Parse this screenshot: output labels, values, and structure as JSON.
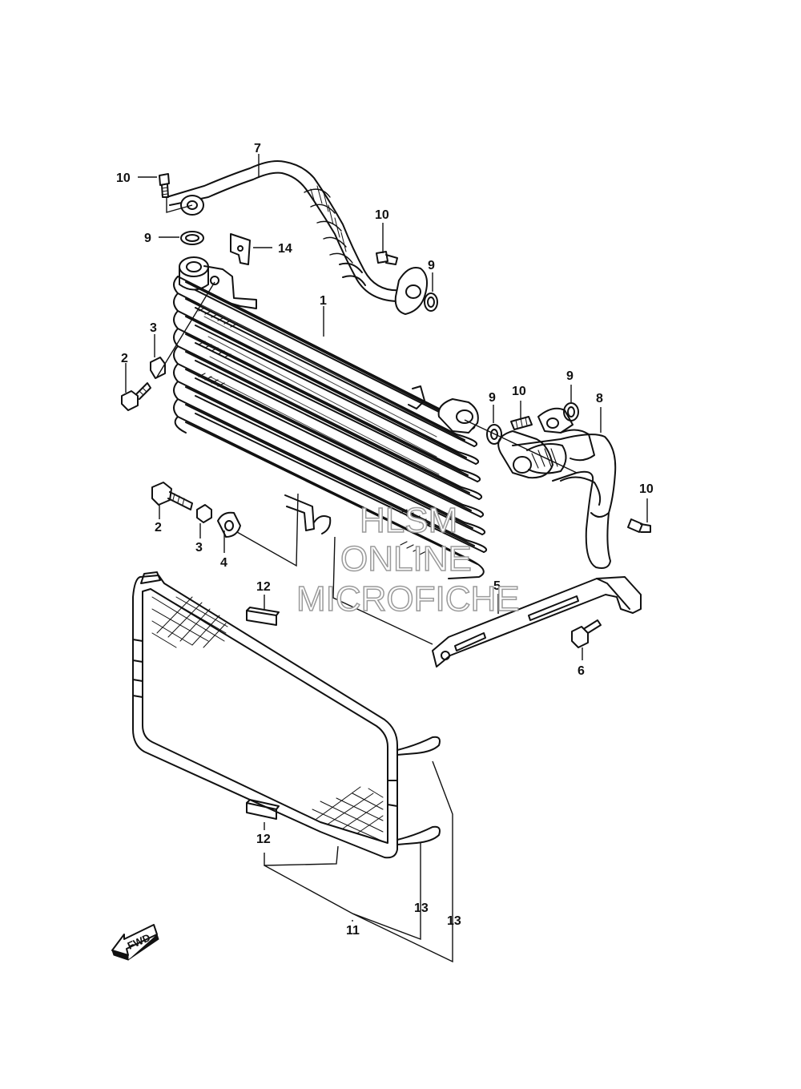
{
  "callouts": [
    {
      "id": "c7",
      "label": "7"
    },
    {
      "id": "c10a",
      "label": "10"
    },
    {
      "id": "c9a",
      "label": "9"
    },
    {
      "id": "c14",
      "label": "14"
    },
    {
      "id": "c10b",
      "label": "10"
    },
    {
      "id": "c9b",
      "label": "9"
    },
    {
      "id": "c1",
      "label": "1"
    },
    {
      "id": "c3a",
      "label": "3"
    },
    {
      "id": "c2a",
      "label": "2"
    },
    {
      "id": "c9c",
      "label": "9"
    },
    {
      "id": "c10c",
      "label": "10"
    },
    {
      "id": "c9d",
      "label": "9"
    },
    {
      "id": "c8",
      "label": "8"
    },
    {
      "id": "c10d",
      "label": "10"
    },
    {
      "id": "c2b",
      "label": "2"
    },
    {
      "id": "c3b",
      "label": "3"
    },
    {
      "id": "c4",
      "label": "4"
    },
    {
      "id": "c12a",
      "label": "12"
    },
    {
      "id": "c5",
      "label": "5"
    },
    {
      "id": "c6",
      "label": "6"
    },
    {
      "id": "c12b",
      "label": "12"
    },
    {
      "id": "c13a",
      "label": "13"
    },
    {
      "id": "c13b",
      "label": "13"
    },
    {
      "id": "c11",
      "label": "11"
    }
  ],
  "watermark": [
    "HLSM",
    "ONLINE",
    "MICROFICHE"
  ],
  "direction_label": "FWD"
}
